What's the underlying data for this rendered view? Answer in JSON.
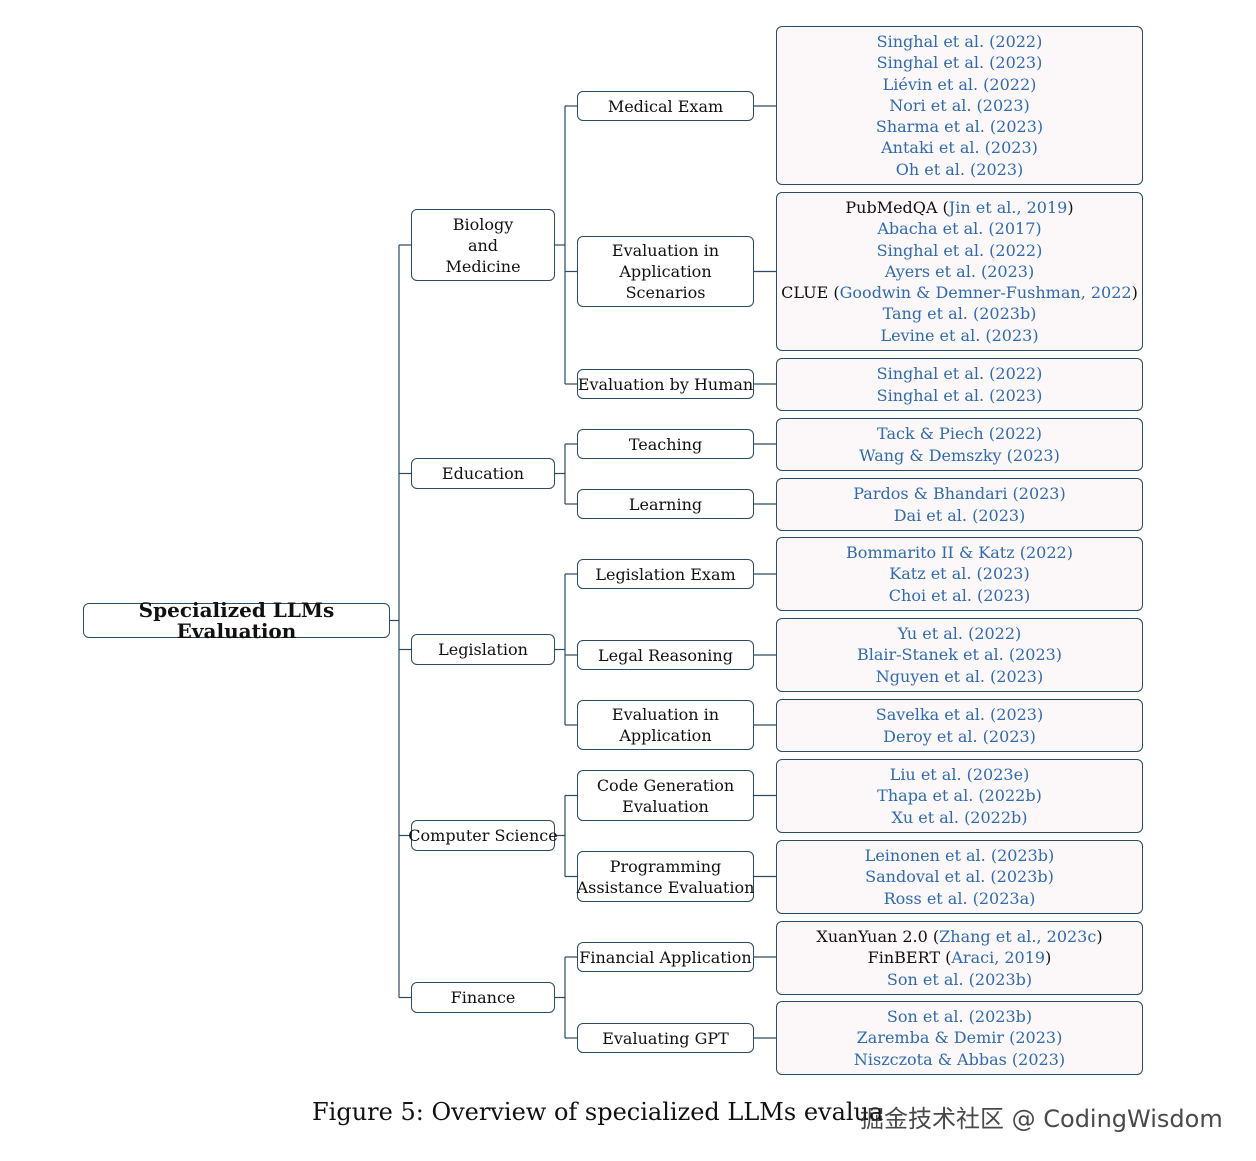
{
  "root": "Specialized LLMs Evaluation",
  "domains": [
    {
      "label": "Biology\nand\nMedicine",
      "subs": [
        {
          "label": "Medical Exam",
          "refs": [
            [
              {
                "t": "Singhal et al. (2022)",
                "c": "b"
              }
            ],
            [
              {
                "t": "Singhal et al. (2023)",
                "c": "b"
              }
            ],
            [
              {
                "t": "Liévin et al. (2022)",
                "c": "b"
              }
            ],
            [
              {
                "t": "Nori et al. (2023)",
                "c": "b"
              }
            ],
            [
              {
                "t": "Sharma et al. (2023)",
                "c": "b"
              }
            ],
            [
              {
                "t": "Antaki et al. (2023)",
                "c": "b"
              }
            ],
            [
              {
                "t": "Oh et al. (2023)",
                "c": "b"
              }
            ]
          ]
        },
        {
          "label": "Evaluation in\nApplication\nScenarios",
          "refs": [
            [
              {
                "t": "PubMedQA (",
                "c": "k"
              },
              {
                "t": "Jin et al., 2019",
                "c": "b"
              },
              {
                "t": ")",
                "c": "k"
              }
            ],
            [
              {
                "t": "Abacha et al. (2017)",
                "c": "b"
              }
            ],
            [
              {
                "t": "Singhal et al. (2022)",
                "c": "b"
              }
            ],
            [
              {
                "t": "Ayers et al. (2023)",
                "c": "b"
              }
            ],
            [
              {
                "t": "CLUE (",
                "c": "k"
              },
              {
                "t": "Goodwin & Demner-Fushman, 2022",
                "c": "b"
              },
              {
                "t": ")",
                "c": "k"
              }
            ],
            [
              {
                "t": "Tang et al. (2023b)",
                "c": "b"
              }
            ],
            [
              {
                "t": "Levine et al. (2023)",
                "c": "b"
              }
            ]
          ]
        },
        {
          "label": "Evaluation by Human",
          "refs": [
            [
              {
                "t": "Singhal et al. (2022)",
                "c": "b"
              }
            ],
            [
              {
                "t": "Singhal et al. (2023)",
                "c": "b"
              }
            ]
          ]
        }
      ]
    },
    {
      "label": "Education",
      "subs": [
        {
          "label": "Teaching",
          "refs": [
            [
              {
                "t": "Tack & Piech (2022)",
                "c": "b"
              }
            ],
            [
              {
                "t": "Wang & Demszky (2023)",
                "c": "b"
              }
            ]
          ]
        },
        {
          "label": "Learning",
          "refs": [
            [
              {
                "t": "Pardos & Bhandari (2023)",
                "c": "b"
              }
            ],
            [
              {
                "t": "Dai et al. (2023)",
                "c": "b"
              }
            ]
          ]
        }
      ]
    },
    {
      "label": "Legislation",
      "subs": [
        {
          "label": "Legislation Exam",
          "refs": [
            [
              {
                "t": "Bommarito II & Katz (2022)",
                "c": "b"
              }
            ],
            [
              {
                "t": "Katz et al. (2023)",
                "c": "b"
              }
            ],
            [
              {
                "t": "Choi et al. (2023)",
                "c": "b"
              }
            ]
          ]
        },
        {
          "label": "Legal Reasoning",
          "refs": [
            [
              {
                "t": "Yu et al. (2022)",
                "c": "b"
              }
            ],
            [
              {
                "t": "Blair-Stanek et al. (2023)",
                "c": "b"
              }
            ],
            [
              {
                "t": "Nguyen et al. (2023)",
                "c": "b"
              }
            ]
          ]
        },
        {
          "label": "Evaluation in\nApplication",
          "refs": [
            [
              {
                "t": "Savelka et al. (2023)",
                "c": "b"
              }
            ],
            [
              {
                "t": "Deroy et al. (2023)",
                "c": "b"
              }
            ]
          ]
        }
      ]
    },
    {
      "label": "Computer Science",
      "subs": [
        {
          "label": "Code Generation\nEvaluation",
          "refs": [
            [
              {
                "t": "Liu et al. (2023e)",
                "c": "b"
              }
            ],
            [
              {
                "t": "Thapa et al. (2022b)",
                "c": "b"
              }
            ],
            [
              {
                "t": "Xu et al. (2022b)",
                "c": "b"
              }
            ]
          ]
        },
        {
          "label": "Programming\nAssistance Evaluation",
          "refs": [
            [
              {
                "t": "Leinonen et al. (2023b)",
                "c": "b"
              }
            ],
            [
              {
                "t": "Sandoval et al. (2023b)",
                "c": "b"
              }
            ],
            [
              {
                "t": "Ross et al. (2023a)",
                "c": "b"
              }
            ]
          ]
        }
      ]
    },
    {
      "label": "Finance",
      "subs": [
        {
          "label": "Financial Application",
          "refs": [
            [
              {
                "t": "XuanYuan 2.0 (",
                "c": "k"
              },
              {
                "t": "Zhang et al., 2023c",
                "c": "b"
              },
              {
                "t": ")",
                "c": "k"
              }
            ],
            [
              {
                "t": "FinBERT (",
                "c": "k"
              },
              {
                "t": "Araci, 2019",
                "c": "b"
              },
              {
                "t": ")",
                "c": "k"
              }
            ],
            [
              {
                "t": "Son et al. (2023b)",
                "c": "b"
              }
            ]
          ]
        },
        {
          "label": "Evaluating GPT",
          "refs": [
            [
              {
                "t": "Son et al. (2023b)",
                "c": "b"
              }
            ],
            [
              {
                "t": "Zaremba & Demir (2023)",
                "c": "b"
              }
            ],
            [
              {
                "t": "Niszczota & Abbas (2023)",
                "c": "b"
              }
            ]
          ]
        }
      ]
    }
  ],
  "caption": "Figure 5: Overview of specialized LLMs evalua",
  "watermark": "掘金技术社区 @ CodingWisdom",
  "colors": {
    "link": "#2f6bb0",
    "border": "#2b4a63",
    "leaf_bg": "#fcf7f8",
    "text": "#111111"
  }
}
